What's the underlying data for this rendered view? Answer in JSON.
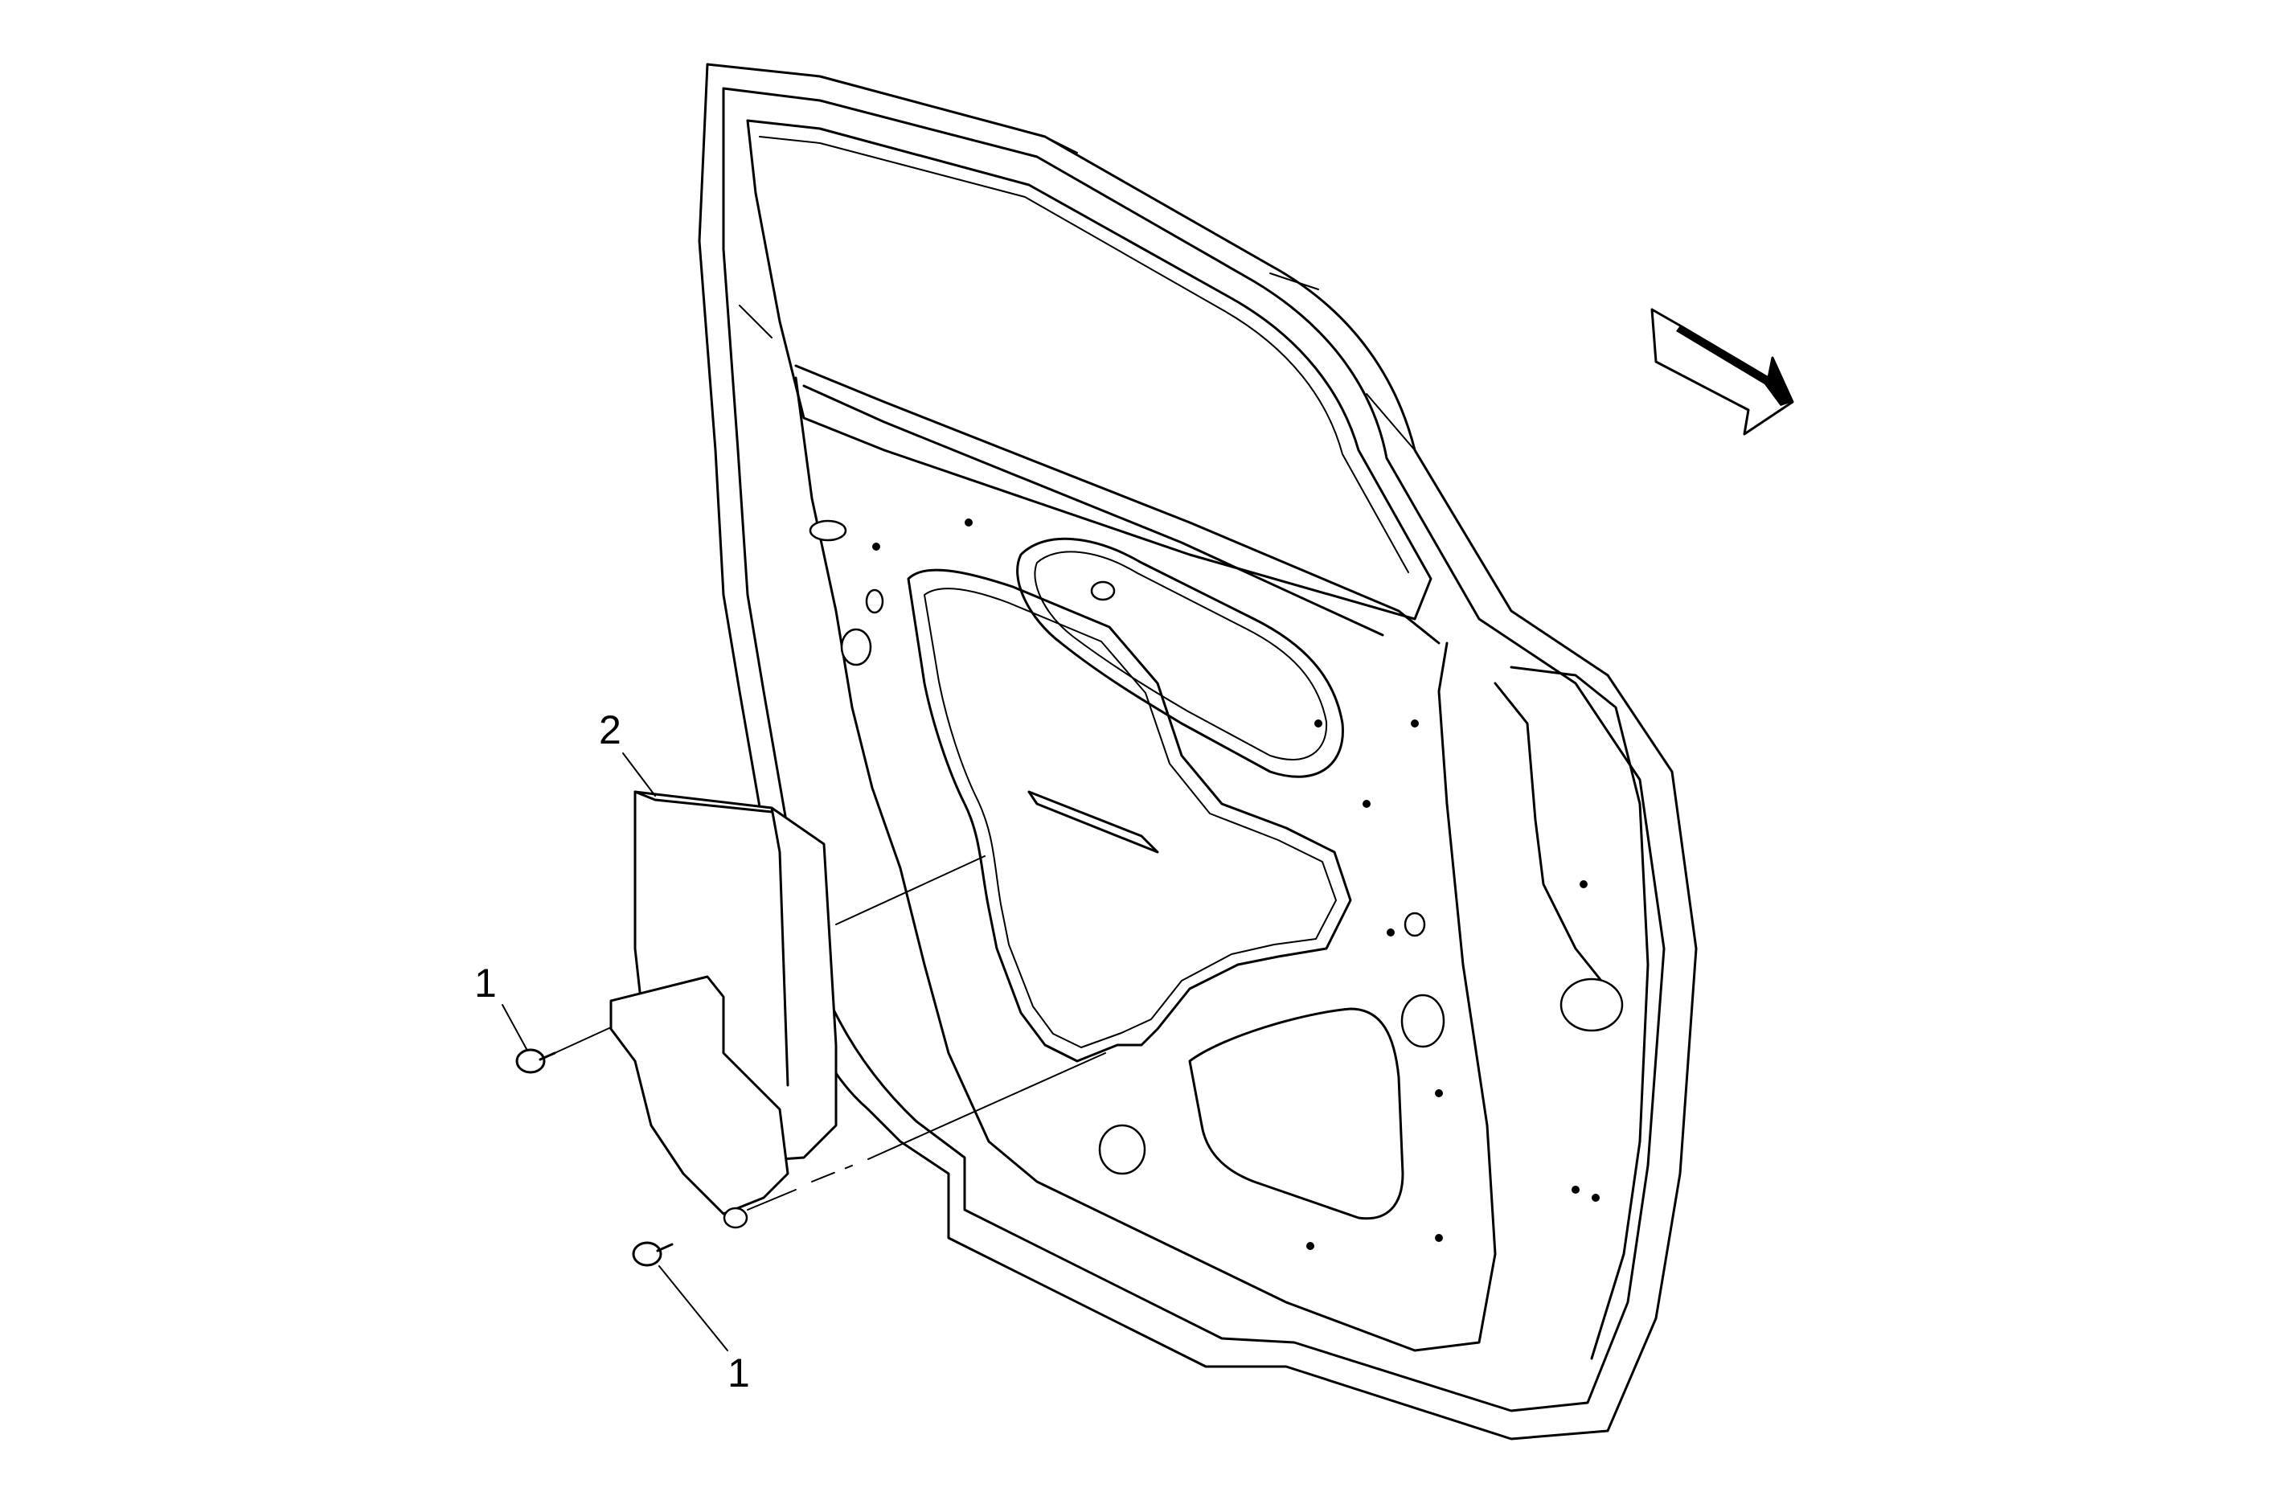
{
  "callouts": [
    {
      "id": "fastener-top",
      "label": "1"
    },
    {
      "id": "fastener-bottom",
      "label": "1"
    },
    {
      "id": "insulator",
      "label": "2"
    }
  ],
  "icons": {
    "direction_arrow": "front-of-vehicle-arrow-icon"
  },
  "colors": {
    "line": "#000000",
    "background": "#ffffff"
  }
}
